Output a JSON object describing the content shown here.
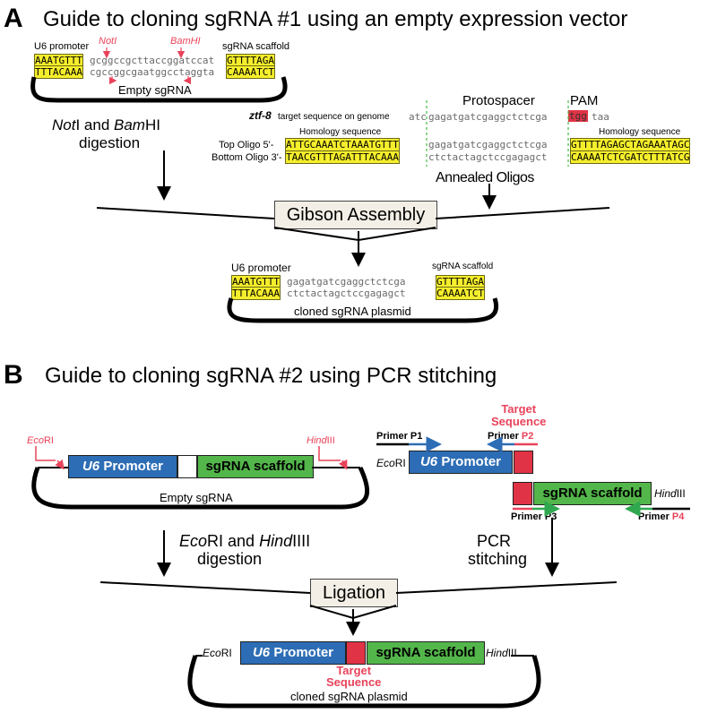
{
  "panel_a": {
    "letter": "A",
    "title": "Guide to cloning sgRNA #1 using an empty expression vector",
    "u6_promoter": "U6 promoter",
    "noti": "NotI",
    "bamhi": "BamHI",
    "sgrna_scaffold": "sgRNA scaffold",
    "seq_top_left": "AAATGTTT",
    "seq_top_mid": "gcggccgcttaccggatccat",
    "seq_top_right": "GTTTTAGA",
    "seq_bot_left": "TTTACAAA",
    "seq_bot_mid": "cgccggcgaatggcctaggta",
    "seq_bot_right": "CAAAATCT",
    "empty_sgrna": "Empty sgRNA",
    "digestion_line1_italic": "Not",
    "digestion_line1_a": "I and ",
    "digestion_line1_italic2": "Bam",
    "digestion_line1_b": "HI",
    "digestion_line2": "digestion",
    "protospacer": "Protospacer",
    "pam": "PAM",
    "gene": "ztf-8",
    "target_label": "target sequence on genome",
    "genome_seq_a": "atc",
    "genome_seq_b": "gagatgatcgaggctctcga",
    "genome_seq_pam": "tgg",
    "genome_seq_c": "taa",
    "homology_left": "Homology sequence",
    "homology_right": "Homology sequence",
    "top_oligo": "Top Oligo  5'-",
    "bottom_oligo": "Bottom Oligo  3'-",
    "top_oligo_left": "ATTGCAAATCTAAATGTTT",
    "top_oligo_mid": "gagatgatcgaggctctcga",
    "top_oligo_right": "GTTTTAGAGCTAGAAATAGC",
    "bot_oligo_left": "TAACGTTTAGATTTACAAA",
    "bot_oligo_mid": "ctctactagctccgagagct",
    "bot_oligo_right": "CAAAATCTCGATCTTTATCG",
    "annealed_oligos": "Annealed Oligos",
    "gibson": "Gibson Assembly",
    "u6_promoter2": "U6 promoter",
    "sgrna_scaffold2": "sgRNA scaffold",
    "cloned_top_left": "AAATGTTT",
    "cloned_top_mid": "gagatgatcgaggctctcga",
    "cloned_top_right": "GTTTTAGA",
    "cloned_bot_left": "TTTACAAA",
    "cloned_bot_mid": "ctctactagctccgagagct",
    "cloned_bot_right": "CAAAATCT",
    "cloned_plasmid": "cloned sgRNA plasmid"
  },
  "panel_b": {
    "letter": "B",
    "title": "Guide to cloning sgRNA #2 using PCR stitching",
    "ecori_italic": "Eco",
    "ecori_rest": "RI",
    "hindiii_italic": "Hind",
    "hindiii_rest": "III",
    "u6_italic": "U6",
    "promoter": "Promoter",
    "sgrna_scaffold": "sgRNA scaffold",
    "empty_sgrna": "Empty sgRNA",
    "target_sequence_line1": "Target",
    "target_sequence_line2": "Sequence",
    "primer_p1": "Primer P1",
    "primer_p2_a": "Primer ",
    "primer_p2_b": "P2",
    "primer_p3": "Primer P3",
    "primer_p4_a": "Primer ",
    "primer_p4_b": "P4",
    "digest_line1_italic": "Eco",
    "digest_line1_a": "RI and ",
    "digest_line1_italic2": "Hind",
    "digest_line1_b": "IIII",
    "digest_line2": "digestion",
    "pcr_line1": "PCR",
    "pcr_line2": "stitching",
    "ligation": "Ligation",
    "cloned_plasmid": "cloned sgRNA plasmid"
  },
  "colors": {
    "yellow": "#f5ee2c",
    "red_label": "#e8435a",
    "blue_block": "#2d6db5",
    "green_block": "#53b64a",
    "red_block": "#e03345",
    "green_dashed": "#3fbf3f"
  }
}
